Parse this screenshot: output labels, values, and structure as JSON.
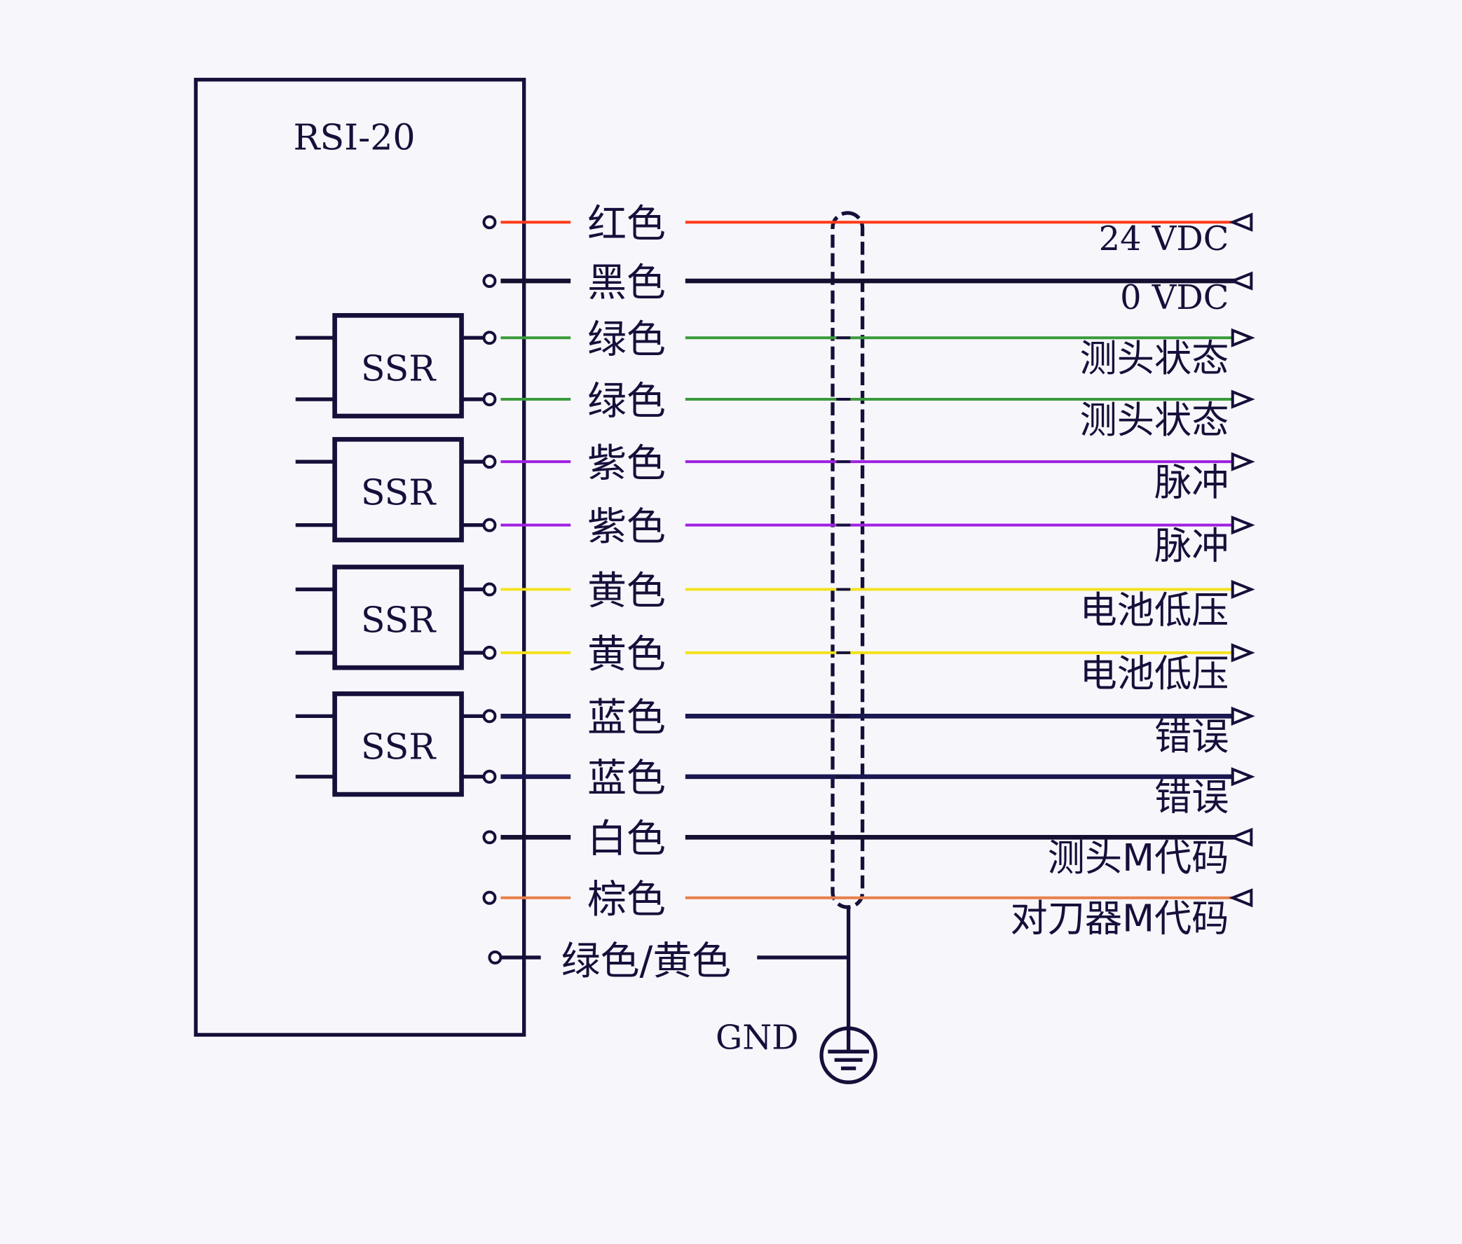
{
  "device": {
    "title": "RSI-20",
    "relay_label": "SSR"
  },
  "wires": [
    {
      "color_name": "红色",
      "color": "#ff3a1a",
      "signal": "24 VDC",
      "direction": "in",
      "relay": null
    },
    {
      "color_name": "黑色",
      "color": "#151030",
      "signal": "0 VDC",
      "direction": "in",
      "relay": null
    },
    {
      "color_name": "绿色",
      "color": "#3a9a3a",
      "signal": "测头状态",
      "direction": "out",
      "relay": 0
    },
    {
      "color_name": "绿色",
      "color": "#3a9a3a",
      "signal": "测头状态",
      "direction": "out",
      "relay": 0
    },
    {
      "color_name": "紫色",
      "color": "#a020e0",
      "signal": "脉冲",
      "direction": "out",
      "relay": 1
    },
    {
      "color_name": "紫色",
      "color": "#a020e0",
      "signal": "脉冲",
      "direction": "out",
      "relay": 1
    },
    {
      "color_name": "黄色",
      "color": "#f2e21a",
      "signal": "电池低压",
      "direction": "out",
      "relay": 2
    },
    {
      "color_name": "黄色",
      "color": "#f2e21a",
      "signal": "电池低压",
      "direction": "out",
      "relay": 2
    },
    {
      "color_name": "蓝色",
      "color": "#1a1850",
      "signal": "错误",
      "direction": "out",
      "relay": 3
    },
    {
      "color_name": "蓝色",
      "color": "#1a1850",
      "signal": "错误",
      "direction": "out",
      "relay": 3
    },
    {
      "color_name": "白色",
      "color": "#151030",
      "signal": "测头M代码",
      "direction": "in",
      "relay": null
    },
    {
      "color_name": "棕色",
      "color": "#e8804a",
      "signal": "对刀器M代码",
      "direction": "in",
      "relay": null
    }
  ],
  "ground_wire": {
    "color_name": "绿色/黄色"
  },
  "ground": {
    "label": "GND"
  }
}
